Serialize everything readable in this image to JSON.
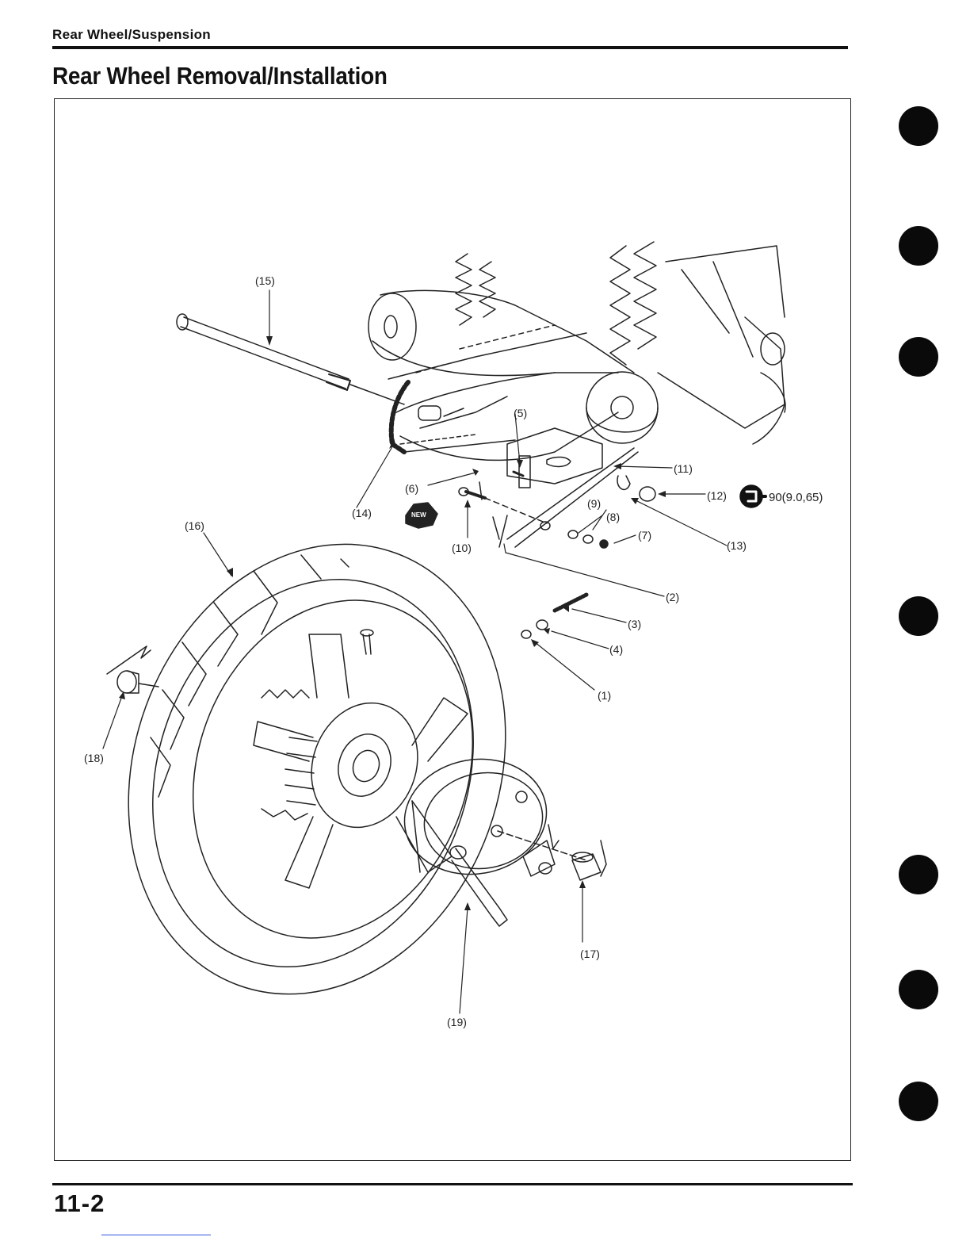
{
  "header": {
    "section": "Rear Wheel/Suspension",
    "title": "Rear Wheel Removal/Installation"
  },
  "footer": {
    "page_number": "11-2"
  },
  "torque": {
    "value": "90(9.0,65)",
    "icon": "torque-wrench-icon"
  },
  "new_badge": {
    "text": "NEW",
    "icon": "new-part-icon"
  },
  "callouts": [
    "(1)",
    "(2)",
    "(3)",
    "(4)",
    "(5)",
    "(6)",
    "(7)",
    "(8)",
    "(9)",
    "(10)",
    "(11)",
    "(12)",
    "(13)",
    "(14)",
    "(15)",
    "(16)",
    "(17)",
    "(18)",
    "(19)"
  ]
}
